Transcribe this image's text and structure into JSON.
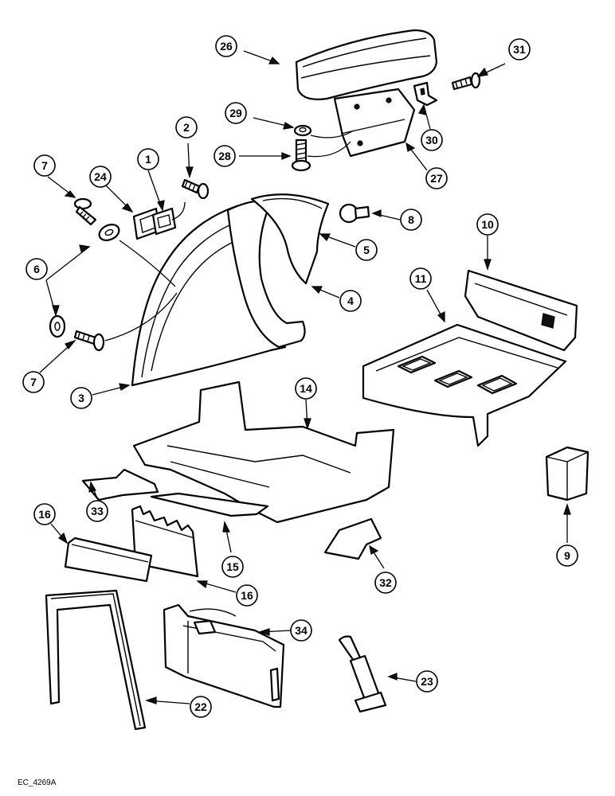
{
  "diagram": {
    "reference_code": "EC_4269A",
    "callouts": [
      {
        "id": "c26",
        "label": "26"
      },
      {
        "id": "c31",
        "label": "31"
      },
      {
        "id": "c29",
        "label": "29"
      },
      {
        "id": "c30",
        "label": "30"
      },
      {
        "id": "c28",
        "label": "28"
      },
      {
        "id": "c27",
        "label": "27"
      },
      {
        "id": "c2",
        "label": "2"
      },
      {
        "id": "c1",
        "label": "1"
      },
      {
        "id": "c7a",
        "label": "7"
      },
      {
        "id": "c24",
        "label": "24"
      },
      {
        "id": "c8",
        "label": "8"
      },
      {
        "id": "c10",
        "label": "10"
      },
      {
        "id": "c5",
        "label": "5"
      },
      {
        "id": "c6",
        "label": "6"
      },
      {
        "id": "c11",
        "label": "11"
      },
      {
        "id": "c4",
        "label": "4"
      },
      {
        "id": "c7b",
        "label": "7"
      },
      {
        "id": "c3",
        "label": "3"
      },
      {
        "id": "c14",
        "label": "14"
      },
      {
        "id": "c16a",
        "label": "16"
      },
      {
        "id": "c33",
        "label": "33"
      },
      {
        "id": "c9",
        "label": "9"
      },
      {
        "id": "c15",
        "label": "15"
      },
      {
        "id": "c32",
        "label": "32"
      },
      {
        "id": "c16b",
        "label": "16"
      },
      {
        "id": "c34",
        "label": "34"
      },
      {
        "id": "c23",
        "label": "23"
      },
      {
        "id": "c22",
        "label": "22"
      }
    ]
  }
}
